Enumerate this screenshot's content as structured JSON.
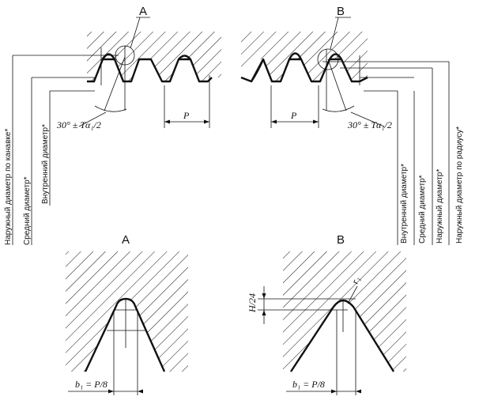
{
  "labels": {
    "a": "A",
    "b": "B",
    "pitch": "P",
    "angle_tolerance": "30° ± Tα₁/2",
    "b1_formula": "b₁ = P/8",
    "h_24": "H/24",
    "r1": "r₁",
    "outer_diameter_groove": "Наружный диаметр по канавке*",
    "pitch_diameter": "Средний диаметр*",
    "inner_diameter": "Внутренний диаметр*",
    "outer_diameter": "Наружный диаметр*",
    "outer_diameter_radius": "Наружный диаметр по радиусу*"
  }
}
